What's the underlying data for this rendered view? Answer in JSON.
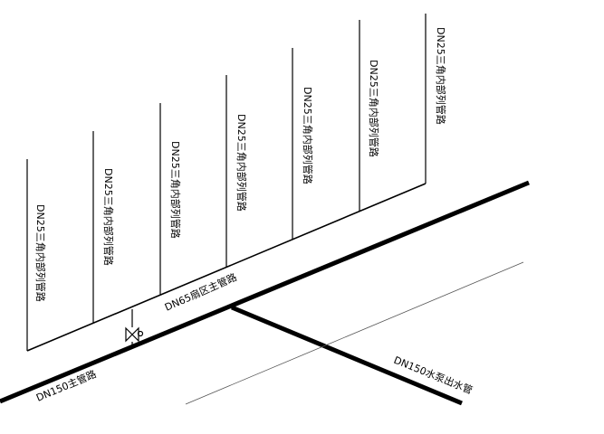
{
  "labels": {
    "branch_1": "DN25三角内部列管路",
    "branch_2": "DN25三角内部列管路",
    "branch_3": "DN25三角内部列管路",
    "branch_4": "DN25三角内部列管路",
    "branch_5": "DN25三角内部列管路",
    "branch_6": "DN25三角内部列管路",
    "branch_7": "DN25三角内部列管路",
    "zone_main": "DN65扇区主管路",
    "main_pipe": "DN150主管路",
    "pump_outlet": "DN150水泵出水管"
  }
}
